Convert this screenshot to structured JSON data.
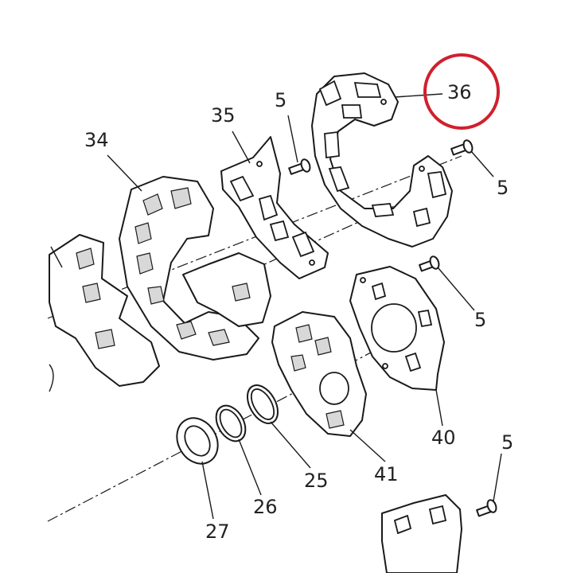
{
  "diagram": {
    "callouts": {
      "c34": "34",
      "c35": "35",
      "c5a": "5",
      "c36": "36",
      "c5b": "5",
      "c5c": "5",
      "c40": "40",
      "c5d": "5",
      "c41": "41",
      "c25": "25",
      "c26": "26",
      "c27": "27"
    },
    "highlight_color": "#d0202e",
    "line_color": "#1a1a1a"
  }
}
